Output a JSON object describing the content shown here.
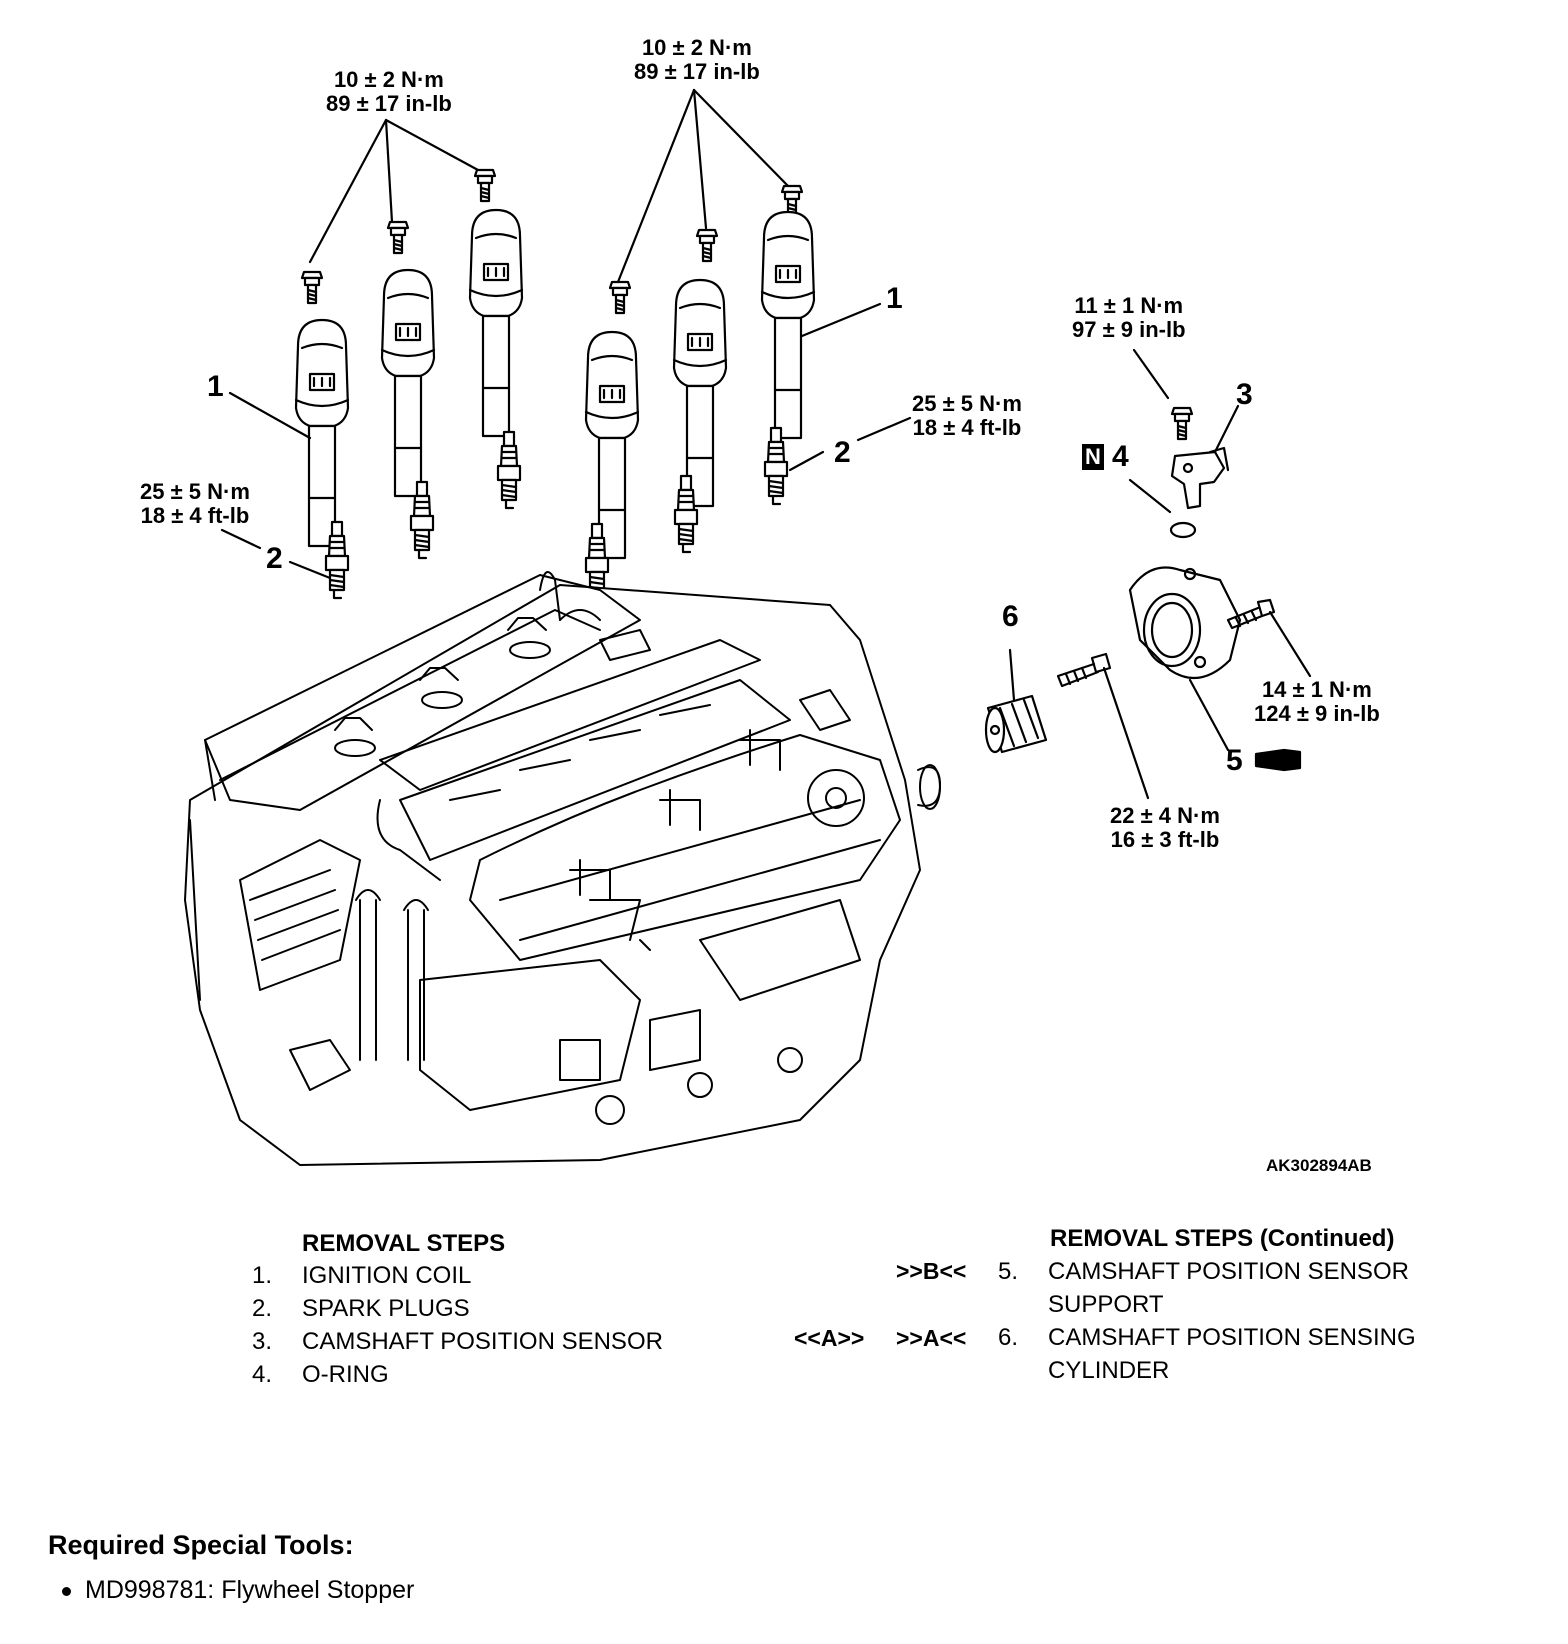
{
  "diagram": {
    "torque_top_left": [
      "10 ± 2 N·m",
      "89 ± 17 in-lb"
    ],
    "torque_top_center": [
      "10 ± 2 N·m",
      "89 ± 17 in-lb"
    ],
    "torque_left_spark": [
      "25 ± 5 N·m",
      "18 ± 4 ft-lb"
    ],
    "torque_right_spark": [
      "25 ± 5 N·m",
      "18 ± 4 ft-lb"
    ],
    "torque_sensor": [
      "11 ± 1 N·m",
      "97 ± 9 in-lb"
    ],
    "torque_support": [
      "14 ± 1 N·m",
      "124 ± 9 in-lb"
    ],
    "torque_cylinder": [
      "22 ± 4 N·m",
      "16 ± 3 ft-lb"
    ],
    "callouts": [
      "1",
      "1",
      "2",
      "2",
      "3",
      "4",
      "5",
      "6"
    ],
    "n_marker": "N",
    "figure_id": "AK302894AB"
  },
  "removal_steps": {
    "title": "REMOVAL STEPS",
    "items": [
      {
        "num": "1.",
        "text": "IGNITION COIL"
      },
      {
        "num": "2.",
        "text": "SPARK PLUGS"
      },
      {
        "num": "3.",
        "text": "CAMSHAFT POSITION SENSOR"
      },
      {
        "num": "4.",
        "text": "O-RING"
      }
    ]
  },
  "removal_steps_continued": {
    "title": "REMOVAL STEPS (Continued)",
    "items": [
      {
        "marker_left": "",
        "marker_right": ">>B<<",
        "num": "5.",
        "text_lines": [
          "CAMSHAFT POSITION SENSOR",
          "SUPPORT"
        ]
      },
      {
        "marker_left": "<<A>>",
        "marker_right": ">>A<<",
        "num": "6.",
        "text_lines": [
          "CAMSHAFT POSITION SENSING",
          "CYLINDER"
        ]
      }
    ]
  },
  "special_tools": {
    "heading": "Required Special Tools:",
    "items": [
      "MD998781: Flywheel Stopper"
    ]
  }
}
